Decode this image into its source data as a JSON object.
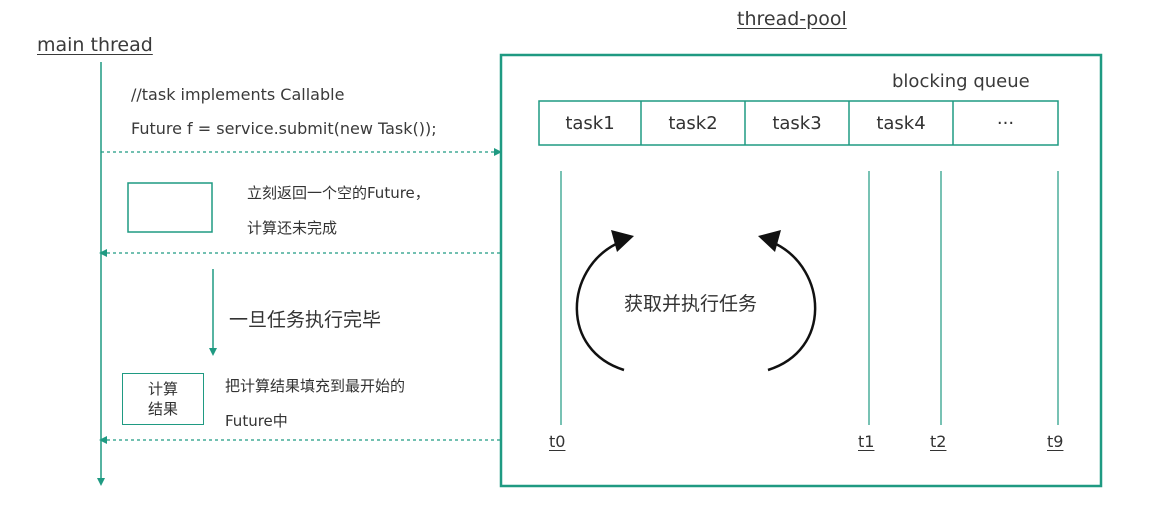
{
  "main_thread": {
    "title": "main thread",
    "code_line1": "//task implements Callable",
    "code_line2": "Future f = service.submit(new Task());",
    "return_note_line1": "立刻返回一个空的Future，",
    "return_note_line2": "计算还未完成",
    "once_done": "一旦任务执行完毕",
    "result_box_line1": "计算",
    "result_box_line2": "结果",
    "fill_note_line1": "把计算结果填充到最开始的",
    "fill_note_line2": "Future中"
  },
  "thread_pool": {
    "title": "thread-pool",
    "queue_label": "blocking queue",
    "queue_cells": [
      "task1",
      "task2",
      "task3",
      "task4",
      "···"
    ],
    "fetch_label": "获取并执行任务",
    "threads": [
      "t0",
      "t1",
      "t2",
      "t9"
    ]
  },
  "colors": {
    "accent": "#1f9a82",
    "text": "#333333"
  }
}
